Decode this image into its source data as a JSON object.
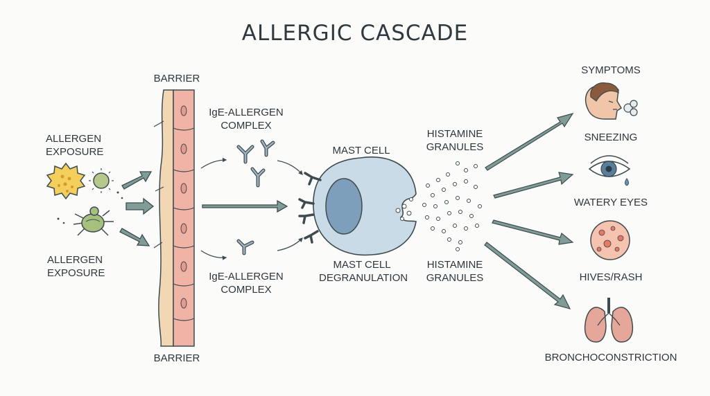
{
  "title": "ALLERGIC CASCADE",
  "labels": {
    "allergen_top_1": "ALLERGEN",
    "allergen_top_2": "EXPOSURE",
    "allergen_bottom_1": "ALLERGEN",
    "allergen_bottom_2": "EXPOSURE",
    "barrier_top": "BARRIER",
    "barrier_bottom": "BARRIER",
    "ige_top_1": "IgE-ALLERGEN",
    "ige_top_2": "COMPLEX",
    "ige_bottom_1": "IgE-ALLERGEN",
    "ige_bottom_2": "COMPLEX",
    "mast_cell": "MAST CELL",
    "mast_degran_1": "MAST CELL",
    "mast_degran_2": "DEGRANULATION",
    "histamine_top_1": "HISTAMINE",
    "histamine_top_2": "GRANULES",
    "histamine_bottom_1": "HISTAMINE",
    "histamine_bottom_2": "GRANULES",
    "symptoms": "SYMPTOMS",
    "sneezing": "SNEEZING",
    "watery_eyes": "WATERY EYES",
    "hives": "HIVES/RASH",
    "broncho": "BRONCHOCONSTRICTION"
  },
  "colors": {
    "arrow": "#7f9c97",
    "arrow_stroke": "#3d4b4f",
    "cell_fill": "#c9dbe6",
    "nucleus_fill": "#7d9fbb",
    "barrier_pink": "#f0b4a6",
    "barrier_tan": "#f2d7b4",
    "pollen": "#f4cf5b",
    "mite": "#a8c07e",
    "skin": "#f1c6a8",
    "lung": "#e6a79b"
  },
  "icons": [
    "pollen-icon",
    "spore-icon",
    "dust-mite-icon",
    "antibody-icon",
    "mast-cell-icon",
    "sneezing-face-icon",
    "watery-eye-icon",
    "hives-icon",
    "lungs-icon"
  ]
}
